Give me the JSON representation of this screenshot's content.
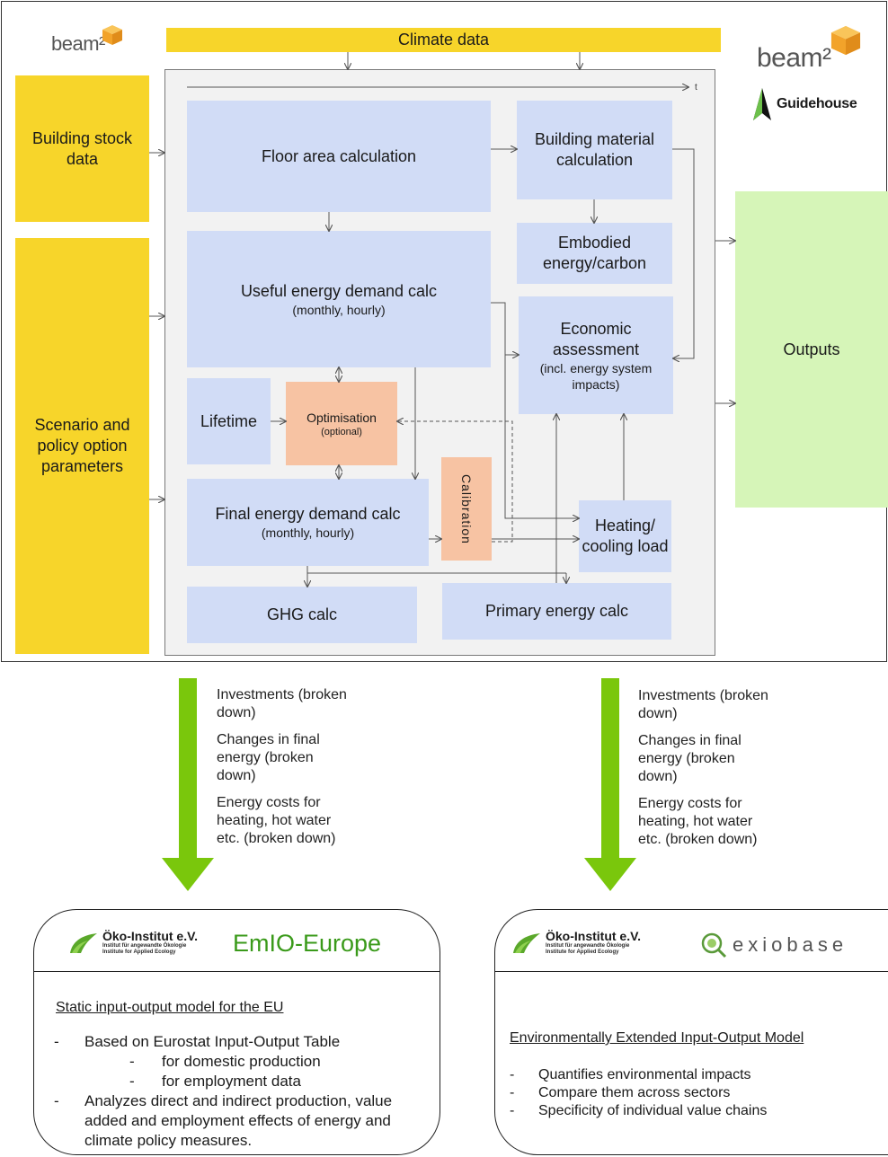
{
  "logos": {
    "beam_left": "beam²",
    "beam_right": "beam²",
    "guidehouse": "Guidehouse",
    "oeko_name": "Öko-Institut e.V.",
    "oeko_sub1": "Institut für angewandte Ökologie",
    "oeko_sub2": "Institute for Applied Ecology"
  },
  "inputs": {
    "climate": "Climate data",
    "building_stock": "Building stock data",
    "scenario": "Scenario and policy option parameters"
  },
  "time_axis_label": "t",
  "blocks": {
    "floor_area": "Floor area calculation",
    "building_material": "Building material calculation",
    "embodied": "Embodied energy/carbon",
    "useful_energy": "Useful energy demand calc",
    "useful_energy_sub": "(monthly, hourly)",
    "economic": "Economic assessment",
    "economic_sub": "(incl. energy system impacts)",
    "lifetime": "Lifetime",
    "optimisation": "Optimisation",
    "optimisation_sub": "(optional)",
    "final_energy": "Final energy demand calc",
    "final_energy_sub": "(monthly, hourly)",
    "calibration": "Calibration",
    "heating_cooling": "Heating/ cooling load",
    "ghg": "GHG calc",
    "primary": "Primary energy calc",
    "outputs": "Outputs"
  },
  "transfer_left": {
    "items": [
      "Investments (broken down)",
      "Changes in final energy (broken down)",
      "Energy costs for heating, hot water etc. (broken down)"
    ]
  },
  "transfer_right": {
    "items": [
      "Investments (broken down)",
      "Changes in final energy (broken down)",
      "Energy costs for heating, hot water etc. (broken down)"
    ]
  },
  "models": {
    "emio": {
      "title": "EmIO-Europe",
      "subtitle": "Static input-output model for the EU",
      "item1": "Based on Eurostat Input-Output Table",
      "item1a": "for domestic production",
      "item1b": "for employment data",
      "item2": "Analyzes direct and indirect production, value added and employment effects of energy and climate policy measures."
    },
    "exiobase": {
      "title": "exiobase",
      "subtitle": "Environmentally Extended Input-Output Model",
      "item1": "Quantifies environmental impacts",
      "item2": "Compare them across sectors",
      "item3": "Specificity of individual value chains"
    }
  },
  "colors": {
    "input_yellow": "#f7d52a",
    "block_blue": "#d1dcf6",
    "block_peach": "#f7c3a3",
    "output_green": "#d6f5b8",
    "transfer_arrow": "#7ac70c",
    "oeko_green": "#5aa82a"
  }
}
